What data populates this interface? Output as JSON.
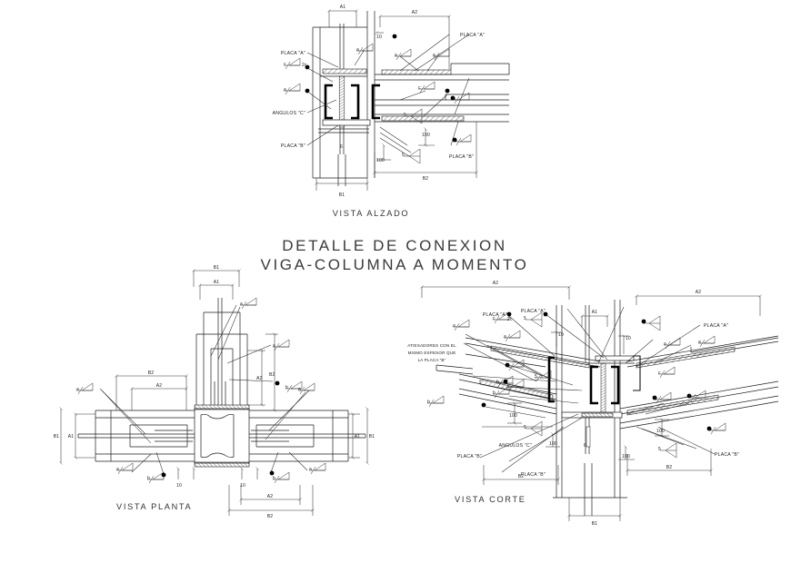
{
  "drawing": {
    "title_line1": "DETALLE DE CONEXION",
    "title_line2": "VIGA-COLUMNA A MOMENTO",
    "background_color": "#ffffff",
    "line_color": "#1c1c1c"
  },
  "views": {
    "elevation": {
      "caption": "VISTA ALZADO",
      "labels": {
        "placa_a_left": "PLACA \"A\"",
        "placa_a_right": "PLACA \"A\"",
        "angulos_c": "ANGULOS \"C\"",
        "placa_b_left": "PLACA \"B\"",
        "placa_b_right": "PLACA \"B\""
      },
      "dimensions": {
        "a1": "A1",
        "a2": "A2",
        "b1": "B1",
        "b2": "B2",
        "d10": "10",
        "d100_a": "100",
        "d100_b": "100",
        "bolt_note": "6"
      },
      "weld_flags": [
        {
          "id": "w-el-1",
          "letter": "a",
          "value": ""
        },
        {
          "id": "w-el-2",
          "letter": "a",
          "value": ""
        },
        {
          "id": "w-el-3",
          "letter": "a",
          "value": ""
        },
        {
          "id": "w-el-4",
          "letter": "c",
          "value": "2c"
        },
        {
          "id": "w-el-5",
          "letter": "a",
          "value": ""
        },
        {
          "id": "w-el-6",
          "letter": "c",
          "value": ""
        },
        {
          "id": "w-el-7",
          "letter": "b",
          "value": ""
        },
        {
          "id": "w-el-8",
          "letter": "b",
          "value": ""
        },
        {
          "id": "w-el-9",
          "letter": "b",
          "value": ""
        },
        {
          "id": "w-el-10",
          "letter": "5",
          "value": ""
        },
        {
          "id": "w-el-11",
          "letter": "5",
          "value": ""
        },
        {
          "id": "w-el-12",
          "letter": "5",
          "value": ""
        }
      ]
    },
    "plan": {
      "caption": "VISTA PLANTA",
      "dimensions": {
        "a1_left": "A1",
        "a1_right": "A1",
        "b1_left": "B1",
        "b1_right": "B1",
        "a1_top": "A1",
        "b1_top": "B1",
        "a2_left": "A2",
        "b2_left": "B2",
        "a2_right": "A2",
        "b2_right": "B2",
        "a2_vert": "A2",
        "b2_vert": "B2",
        "d10_left": "10",
        "d10_right": "10"
      },
      "weld_flags": [
        {
          "id": "w-pl-1",
          "letter": "a"
        },
        {
          "id": "w-pl-2",
          "letter": "a"
        },
        {
          "id": "w-pl-3",
          "letter": "a"
        },
        {
          "id": "w-pl-4",
          "letter": "a"
        },
        {
          "id": "w-pl-5",
          "letter": "a"
        },
        {
          "id": "w-pl-6",
          "letter": "a"
        },
        {
          "id": "w-pl-7",
          "letter": "b"
        },
        {
          "id": "w-pl-8",
          "letter": "b"
        },
        {
          "id": "w-pl-9",
          "letter": "b"
        }
      ]
    },
    "section": {
      "caption": "VISTA CORTE",
      "note": {
        "line1": "ATIESADORES CON EL",
        "line2": "MISMO ESPESOR QUE",
        "line3": "LA PLACA \"B\""
      },
      "labels": {
        "placa_a_1": "PLACA \"A\"",
        "placa_a_2": "PLACA \"A\"",
        "placa_a_3": "PLACA \"A\"",
        "placa_b_1": "PLACA \"B\"",
        "placa_b_2": "PLACA \"B\"",
        "placa_b_3": "PLACA \"B\"",
        "angulos_c": "ANGULOS \"C\""
      },
      "dimensions": {
        "a1": "A1",
        "a2_left": "A2",
        "a2_right": "A2",
        "b1": "B1",
        "b2_left": "B2",
        "b2_right": "B2",
        "d10_left": "10",
        "d10_right": "10",
        "d100_1": "100",
        "d100_2": "100",
        "d100_3": "100",
        "d100_4": "100",
        "bolt_note": "6"
      },
      "weld_flags": [
        {
          "id": "w-co-1",
          "letter": "a"
        },
        {
          "id": "w-co-2",
          "letter": "c",
          "value": "2c"
        },
        {
          "id": "w-co-3",
          "letter": "a"
        },
        {
          "id": "w-co-4",
          "letter": "5"
        },
        {
          "id": "w-co-5",
          "letter": "a"
        },
        {
          "id": "w-co-6",
          "letter": "5"
        },
        {
          "id": "w-co-7",
          "letter": "a"
        },
        {
          "id": "w-co-8",
          "letter": "a"
        },
        {
          "id": "w-co-9",
          "letter": "c"
        },
        {
          "id": "w-co-10",
          "letter": "c"
        },
        {
          "id": "w-co-11",
          "letter": "a"
        },
        {
          "id": "w-co-12",
          "letter": "b"
        },
        {
          "id": "w-co-13",
          "letter": "b"
        },
        {
          "id": "w-co-14",
          "letter": "c"
        },
        {
          "id": "w-co-15",
          "letter": "5"
        },
        {
          "id": "w-co-16",
          "letter": "b"
        },
        {
          "id": "w-co-17",
          "letter": "b"
        },
        {
          "id": "w-co-18",
          "letter": "b"
        },
        {
          "id": "w-co-19",
          "letter": "5"
        },
        {
          "id": "w-co-20",
          "letter": "5"
        },
        {
          "id": "w-co-21",
          "letter": "b"
        }
      ]
    }
  }
}
